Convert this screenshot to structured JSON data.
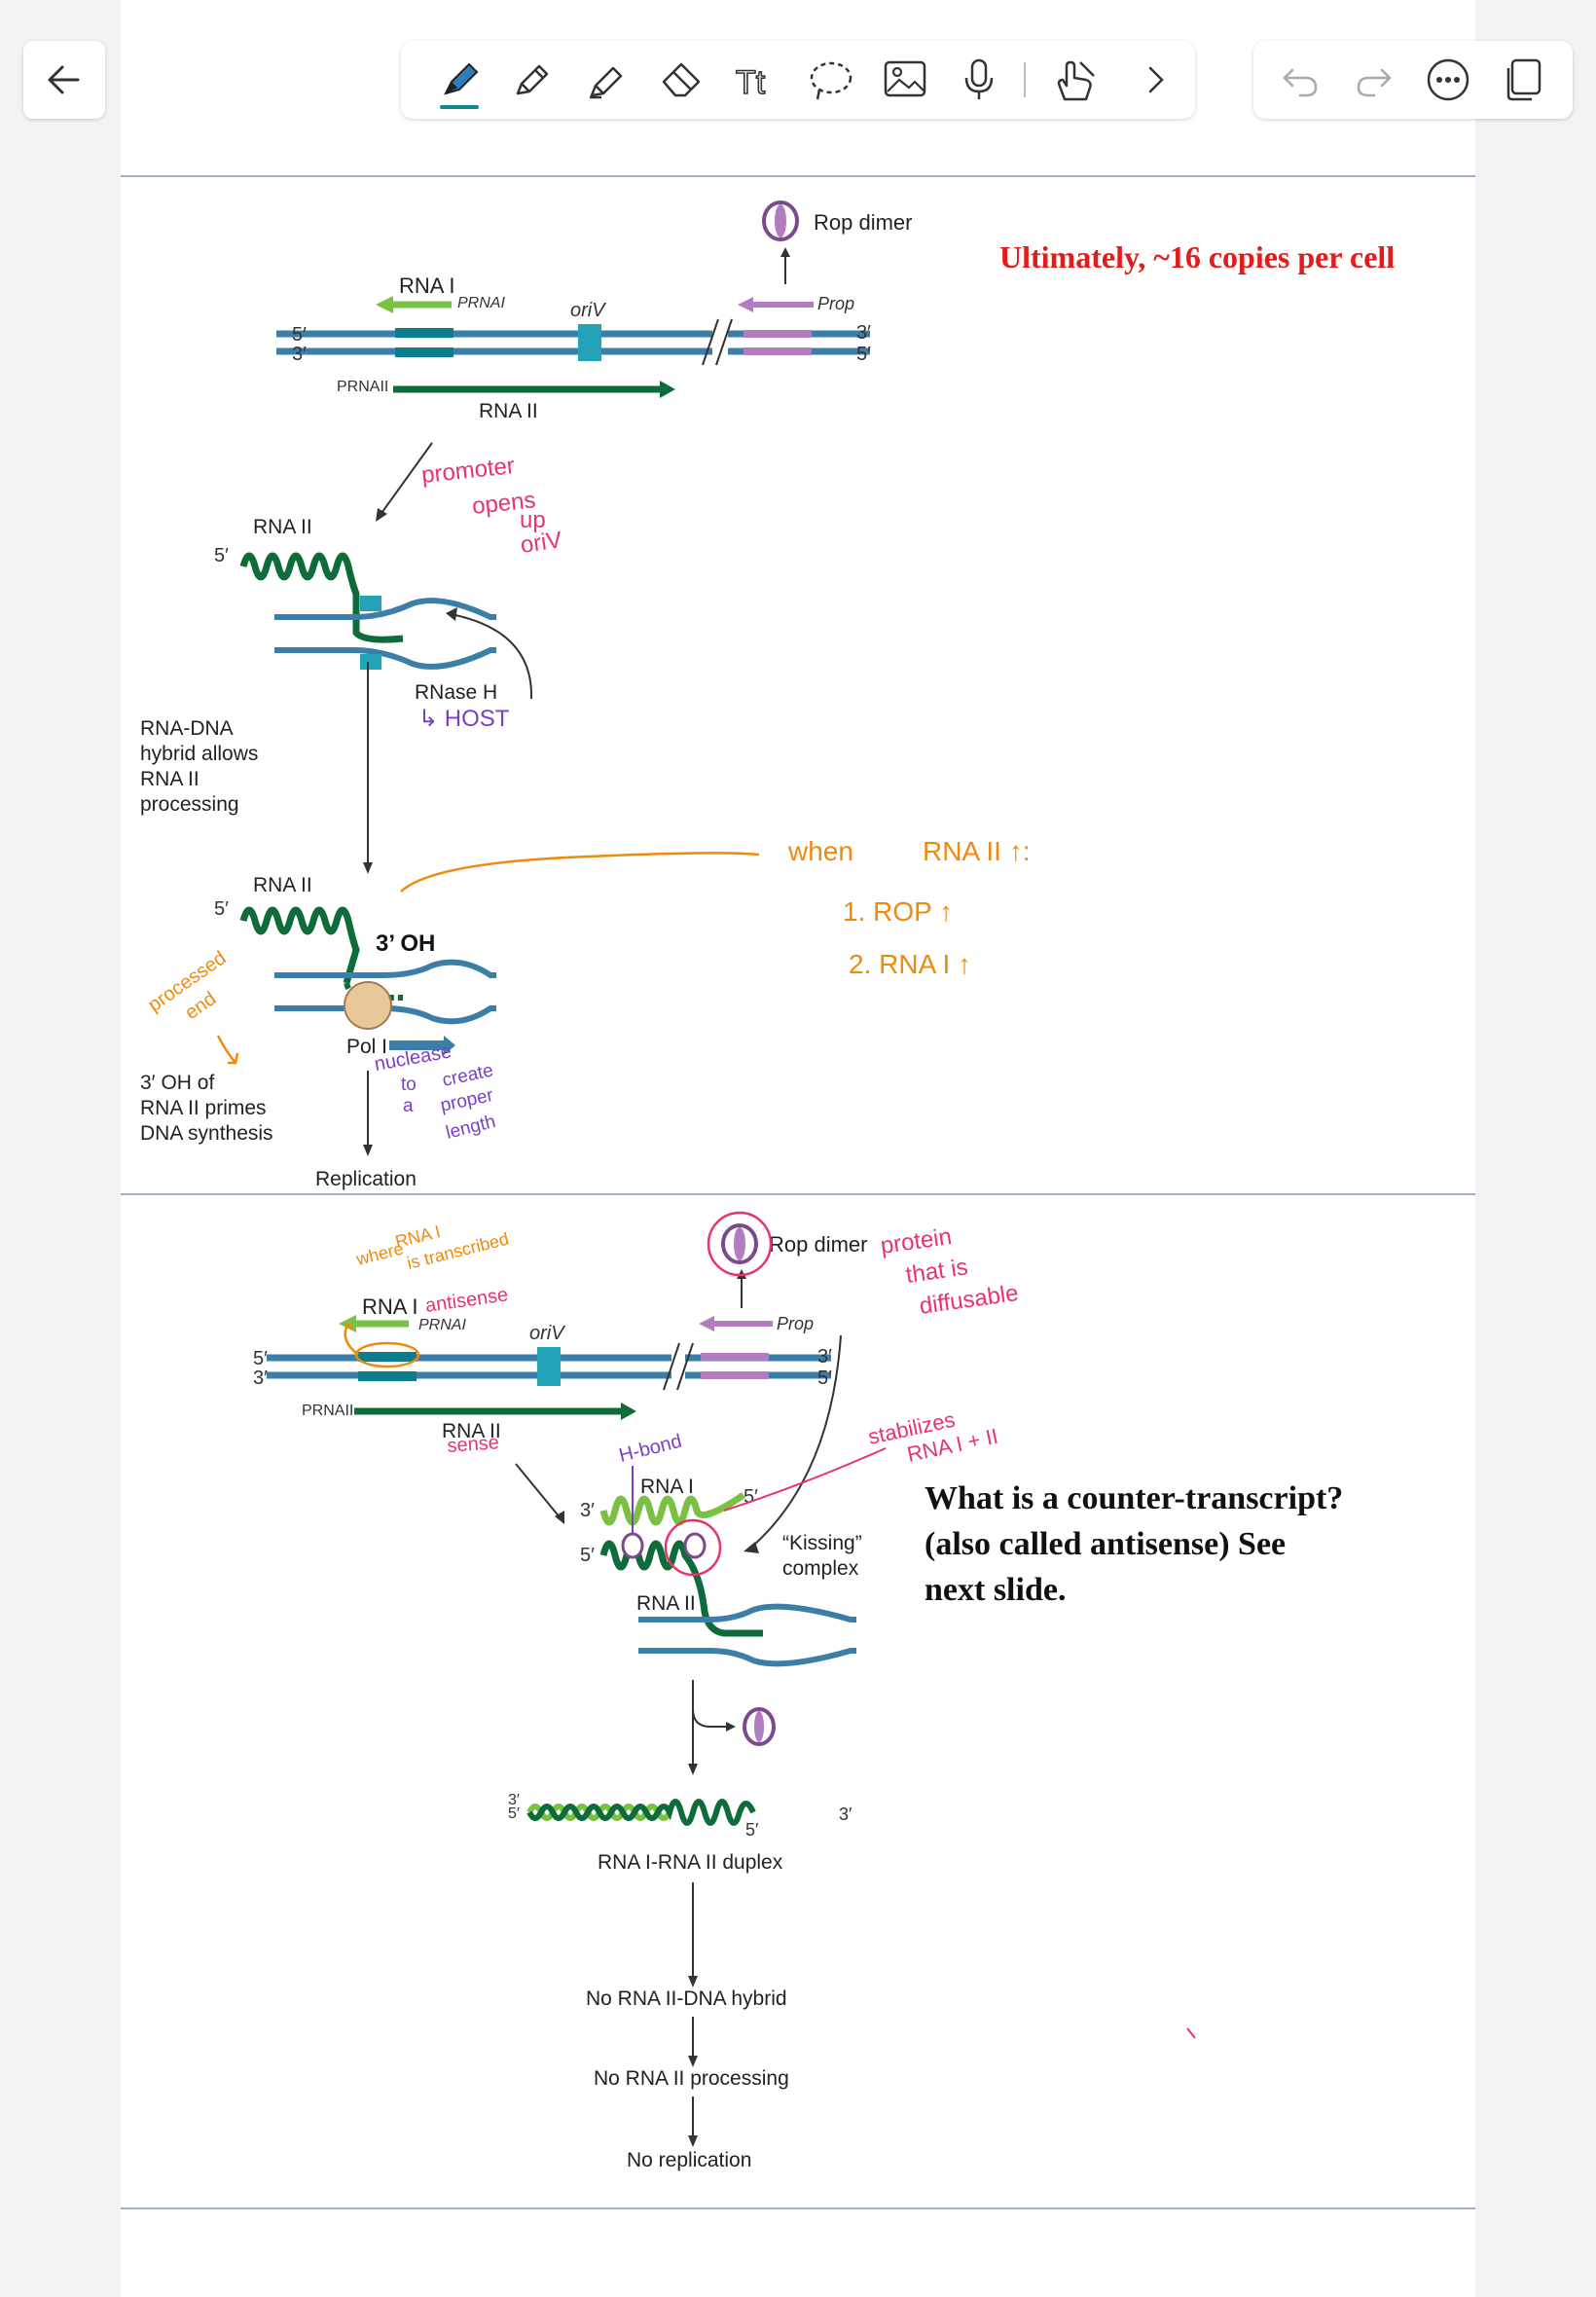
{
  "toolbar": {
    "back_label": "←",
    "tools": [
      "pen-tool",
      "pencil-tool",
      "highlighter-tool",
      "eraser-tool",
      "text-tool",
      "lasso-tool",
      "image-tool",
      "microphone-tool",
      "touch-tool"
    ],
    "more_label": ">",
    "undo_icon": "undo-icon",
    "redo_icon": "redo-icon",
    "menu_icon": "more-icon",
    "pages_icon": "pages-icon"
  },
  "slide1": {
    "rop_dimer": "Rop dimer",
    "summary": "Ultimately,  ~16 copies per cell",
    "rna1": "RNA I",
    "prnai": "PRNAI",
    "oriv": "oriV",
    "prop": "Prop",
    "five_prime": "5′",
    "three_prime": "3′",
    "prnaii": "PRNAII",
    "rna2": "RNA II",
    "rnase_h": "RNase H",
    "hybrid_text": [
      "RNA-DNA",
      "hybrid allows",
      "RNA II",
      "processing"
    ],
    "oh_label": "3’ OH",
    "pol1": "Pol I",
    "primes_text": [
      "3′ OH of",
      "RNA II primes",
      "DNA synthesis"
    ],
    "replication": "Replication"
  },
  "handwritten1": {
    "promoter": [
      "promoter",
      "opens",
      "up",
      "oriV"
    ],
    "host": "↳ HOST",
    "when": "when",
    "rna2_up": "RNA II ↑:",
    "rop_up": "1. ROP ↑",
    "rna1_up": "2. RNA I ↑",
    "processed_end": [
      "processed",
      "end"
    ],
    "nuclease": [
      "nuclease",
      "to",
      "create",
      "a",
      "proper",
      "length"
    ]
  },
  "slide2": {
    "rop_dimer": "Rop dimer",
    "rna1": "RNA I",
    "prnai": "PRNAI",
    "oriv": "oriV",
    "prop": "Prop",
    "prnaii": "PRNAII",
    "rna2": "RNA II",
    "kissing": [
      "“Kissing”",
      "complex"
    ],
    "duplex": "RNA I-RNA II duplex",
    "step1": "No RNA II-DNA hybrid",
    "step2": "No RNA II processing",
    "step3": "No replication",
    "question": [
      "What is a counter-transcript?",
      "(also called antisense)  See",
      "next slide."
    ]
  },
  "handwritten2": {
    "where": [
      "where",
      "RNA I",
      "is transcribed"
    ],
    "antisense": "antisense",
    "sense": "sense",
    "protein": [
      "protein",
      "that is",
      "diffusable"
    ],
    "stabilizes": [
      "stabilizes",
      "RNA I + II"
    ],
    "hbond": "H-bond"
  },
  "colors": {
    "dna": "#3b7ea8",
    "rna2": "#0e6b3a",
    "rna1": "#7ac143",
    "rop": "#b37cc0",
    "ori": "#22a3b7",
    "pink": "#e8336d",
    "orange": "#f08a0c",
    "purple": "#7b3fc4",
    "red": "#e31b1b"
  }
}
